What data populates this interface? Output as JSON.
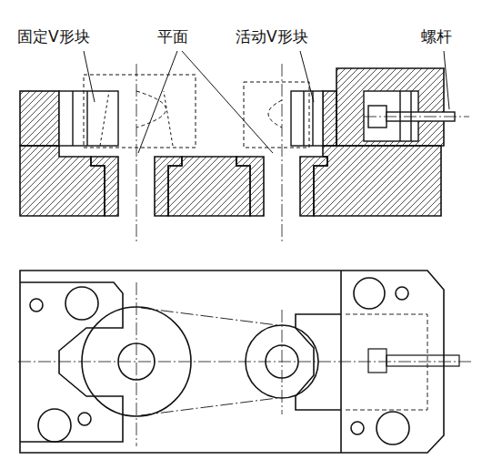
{
  "diagram": {
    "labels": [
      "固定V形块",
      "平面",
      "活动V形块",
      "螺杆"
    ]
  }
}
